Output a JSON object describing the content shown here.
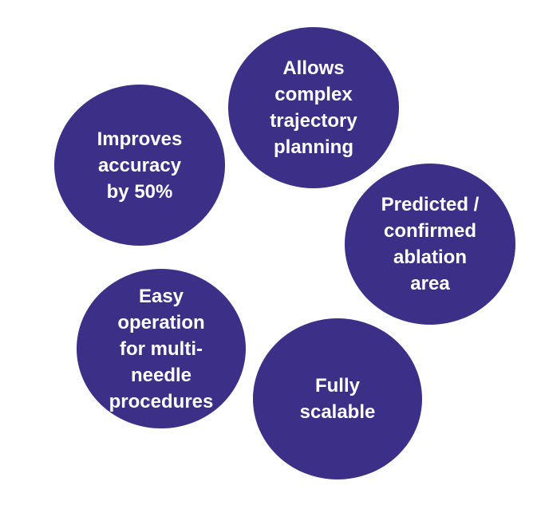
{
  "colors": {
    "circle_fill": "#3c2f88",
    "text": "#ffffff",
    "background": "#ffffff"
  },
  "circles": [
    {
      "id": "accuracy",
      "text": "Improves\naccuracy\nby 50%"
    },
    {
      "id": "trajectory",
      "text": "Allows\ncomplex\ntrajectory\nplanning"
    },
    {
      "id": "ablation",
      "text": "Predicted /\nconfirmed\nablation\narea"
    },
    {
      "id": "easy",
      "text": "Easy\noperation\nfor multi-\nneedle\nprocedures"
    },
    {
      "id": "scalable",
      "text": "Fully\nscalable"
    }
  ]
}
